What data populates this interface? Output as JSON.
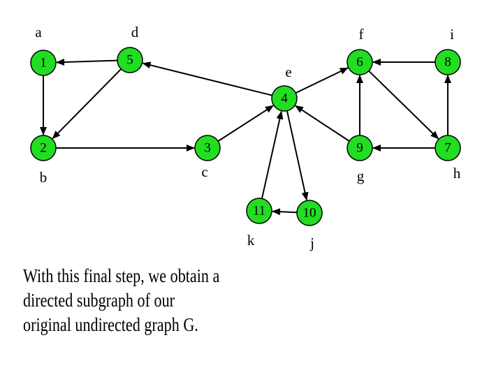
{
  "nodes": [
    {
      "id": "1",
      "label": "a"
    },
    {
      "id": "2",
      "label": "b"
    },
    {
      "id": "3",
      "label": "c"
    },
    {
      "id": "5",
      "label": "d"
    },
    {
      "id": "4",
      "label": "e"
    },
    {
      "id": "6",
      "label": "f"
    },
    {
      "id": "9",
      "label": "g"
    },
    {
      "id": "7",
      "label": "h"
    },
    {
      "id": "8",
      "label": "i"
    },
    {
      "id": "10",
      "label": "j"
    },
    {
      "id": "11",
      "label": "k"
    }
  ],
  "edges": [
    {
      "from": "5",
      "to": "1"
    },
    {
      "from": "1",
      "to": "2"
    },
    {
      "from": "5",
      "to": "2"
    },
    {
      "from": "2",
      "to": "3"
    },
    {
      "from": "3",
      "to": "4"
    },
    {
      "from": "4",
      "to": "5"
    },
    {
      "from": "4",
      "to": "6"
    },
    {
      "from": "4",
      "to": "10"
    },
    {
      "from": "10",
      "to": "11"
    },
    {
      "from": "11",
      "to": "4"
    },
    {
      "from": "9",
      "to": "4"
    },
    {
      "from": "9",
      "to": "6"
    },
    {
      "from": "6",
      "to": "7"
    },
    {
      "from": "7",
      "to": "9"
    },
    {
      "from": "7",
      "to": "8"
    },
    {
      "from": "8",
      "to": "6"
    }
  ],
  "caption": {
    "line1": "With this final step, we obtain a",
    "line2": "directed subgraph of our",
    "line3": "original undirected graph G."
  },
  "colors": {
    "node_fill": "#22dd22",
    "stroke": "#000000",
    "background": "#ffffff"
  }
}
